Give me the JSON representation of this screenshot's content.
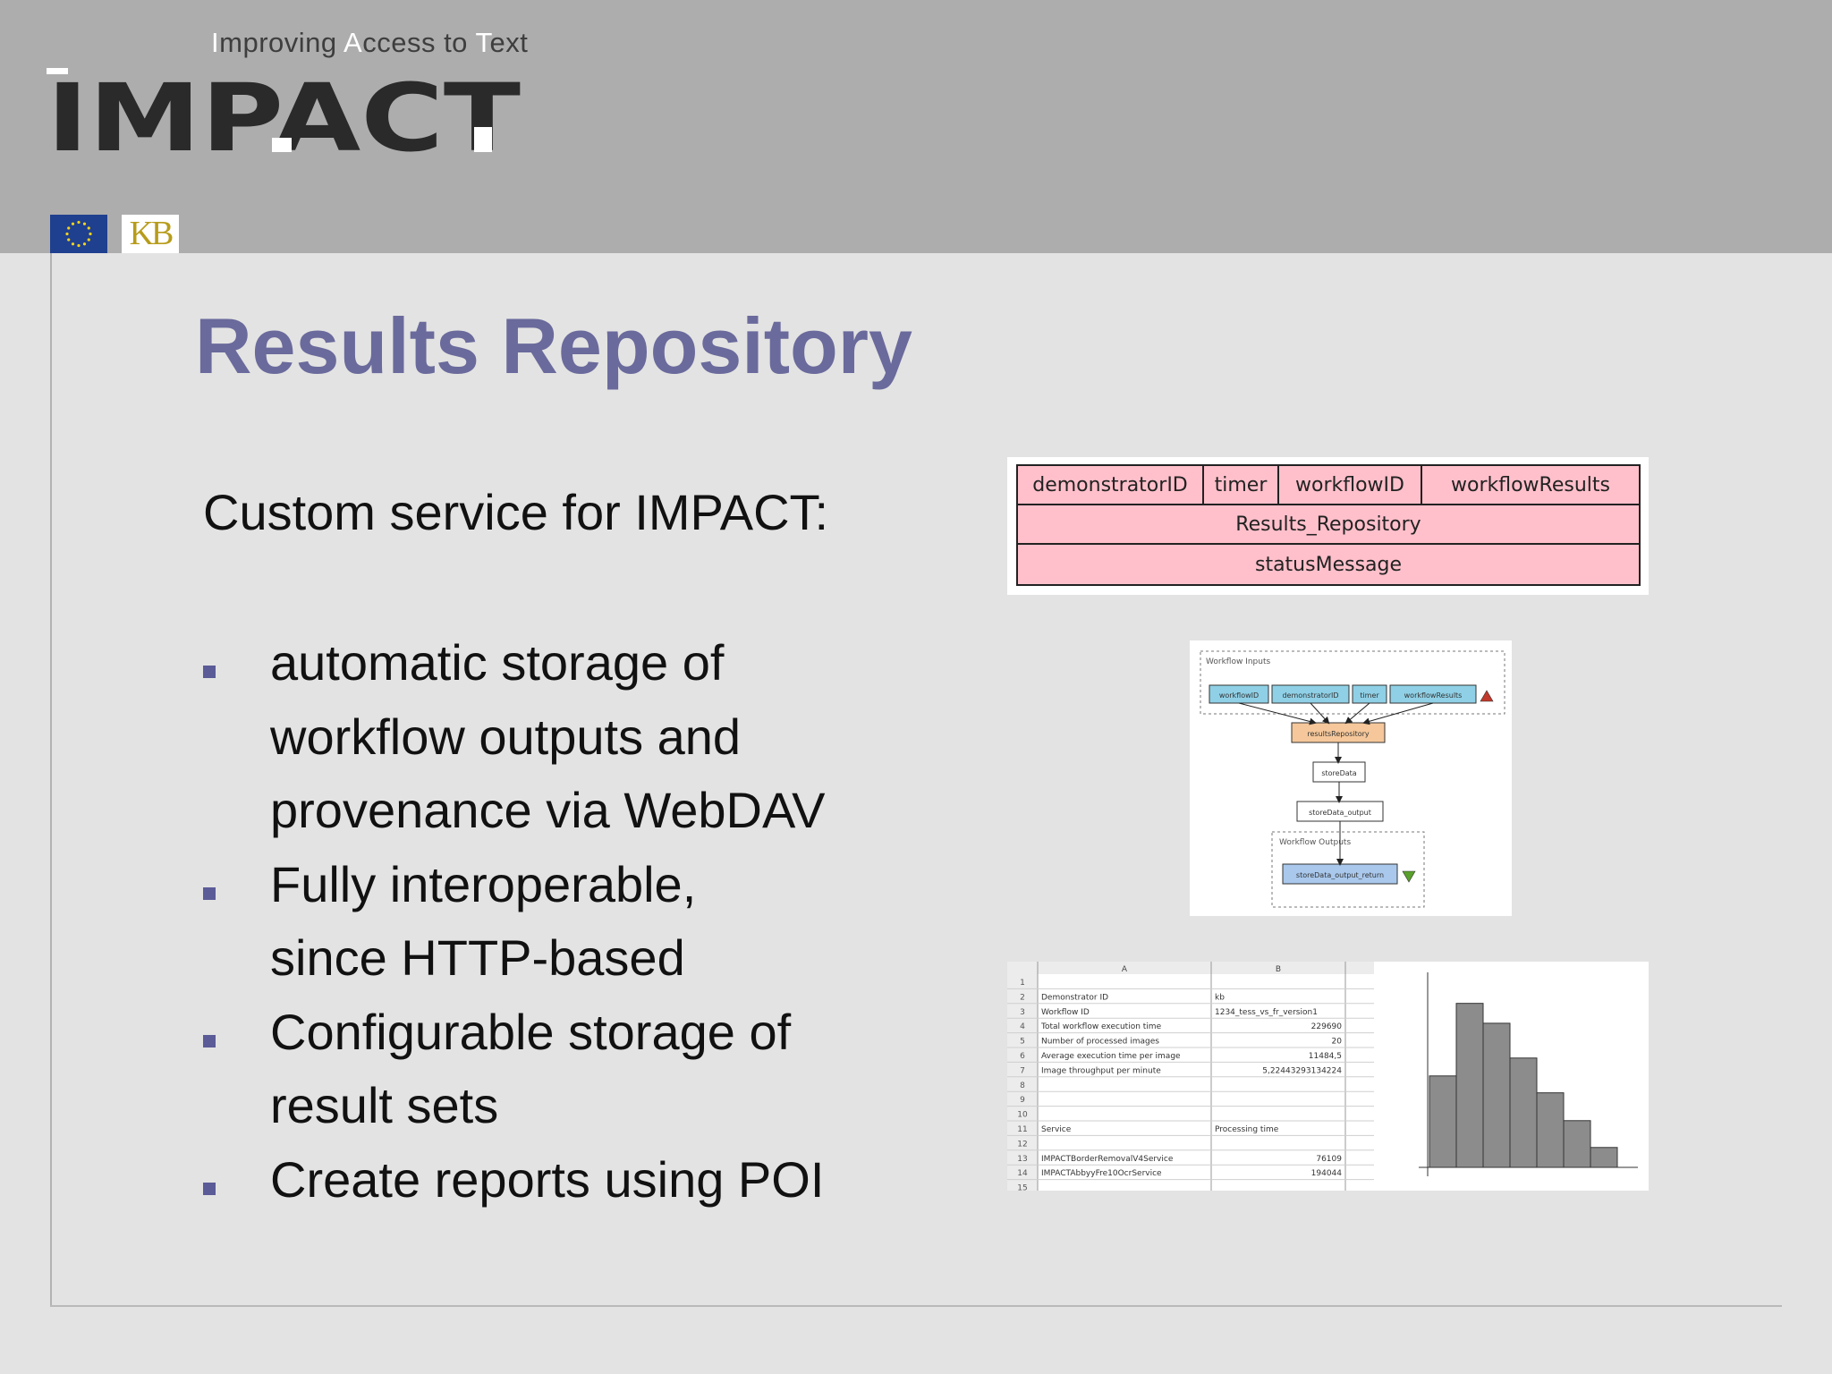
{
  "header": {
    "tagline_parts": [
      "I",
      "mproving ",
      "A",
      "ccess to ",
      "T",
      "ext"
    ],
    "logo_text": "IMPACT",
    "partner_logo_text": "KB"
  },
  "slide": {
    "title": "Results Repository",
    "intro": "Custom service for IMPACT:",
    "bullets": [
      {
        "lines": [
          "automatic storage of",
          "workflow outputs and",
          "provenance via WebDAV"
        ]
      },
      {
        "lines": [
          "Fully interoperable,",
          "since HTTP-based"
        ]
      },
      {
        "lines": [
          "Configurable storage of",
          "result sets"
        ]
      },
      {
        "lines": [
          "Create reports using POI"
        ]
      }
    ]
  },
  "repository_diagram": {
    "inputs": [
      "demonstratorID",
      "timer",
      "workflowID",
      "workflowResults"
    ],
    "service": "Results_Repository",
    "output": "statusMessage"
  },
  "workflow_diagram": {
    "inputs_label": "Workflow Inputs",
    "inputs": [
      "workflowID",
      "demonstratorID",
      "timer",
      "workflowResults"
    ],
    "processor": "resultsRepository",
    "steps": [
      "storeData",
      "storeData_output"
    ],
    "outputs_label": "Workflow Outputs",
    "output": "storeData_output_return",
    "colors": {
      "input": "#8fd0e6",
      "processor": "#f5c79a",
      "output": "#a9c8ec"
    }
  },
  "spreadsheet": {
    "columns": [
      "A",
      "B"
    ],
    "rows": [
      {
        "n": "1",
        "a": "",
        "b": ""
      },
      {
        "n": "2",
        "a": "Demonstrator ID",
        "b": "kb"
      },
      {
        "n": "3",
        "a": "Workflow ID",
        "b": "1234_tess_vs_fr_version1"
      },
      {
        "n": "4",
        "a": "Total workflow execution time",
        "b": "229690"
      },
      {
        "n": "5",
        "a": "Number of processed images",
        "b": "20"
      },
      {
        "n": "6",
        "a": "Average execution time per image",
        "b": "11484,5"
      },
      {
        "n": "7",
        "a": "Image throughput per minute",
        "b": "5,22443293134224"
      },
      {
        "n": "8",
        "a": "",
        "b": ""
      },
      {
        "n": "9",
        "a": "",
        "b": ""
      },
      {
        "n": "10",
        "a": "",
        "b": ""
      },
      {
        "n": "11",
        "a": "Service",
        "b": "Processing time"
      },
      {
        "n": "12",
        "a": "",
        "b": ""
      },
      {
        "n": "13",
        "a": "IMPACTBorderRemovalV4Service",
        "b": "76109"
      },
      {
        "n": "14",
        "a": "IMPACTAbbyyFre10OcrService",
        "b": "194044"
      },
      {
        "n": "15",
        "a": "",
        "b": ""
      }
    ]
  },
  "histogram": {
    "values": [
      92,
      165,
      145,
      110,
      75,
      47,
      20
    ],
    "color": "#8c8c8c"
  }
}
